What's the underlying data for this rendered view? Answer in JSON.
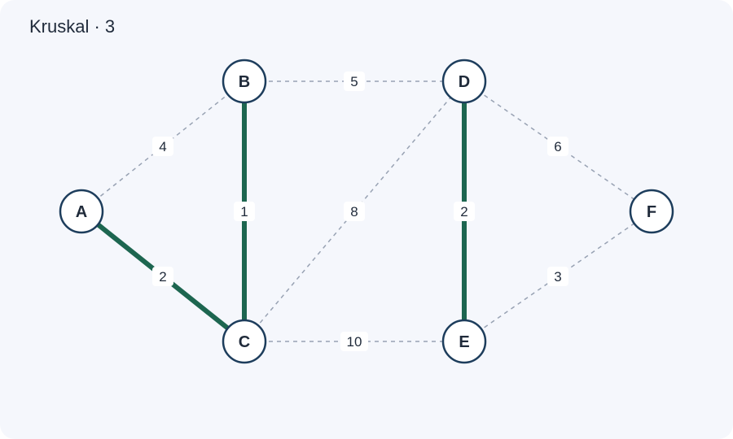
{
  "title": "Kruskal · 3",
  "colors": {
    "background": "#f5f7fc",
    "selected_edge": "#1d6650",
    "unselected_edge": "#98a2b3",
    "node_stroke": "#1d3d5c",
    "node_fill": "#ffffff",
    "text": "#1f2a3a"
  },
  "nodes": [
    {
      "id": "A",
      "label": "A"
    },
    {
      "id": "B",
      "label": "B"
    },
    {
      "id": "C",
      "label": "C"
    },
    {
      "id": "D",
      "label": "D"
    },
    {
      "id": "E",
      "label": "E"
    },
    {
      "id": "F",
      "label": "F"
    }
  ],
  "edges": [
    {
      "from": "A",
      "to": "B",
      "weight": "4",
      "selected": false
    },
    {
      "from": "A",
      "to": "C",
      "weight": "2",
      "selected": true
    },
    {
      "from": "B",
      "to": "C",
      "weight": "1",
      "selected": true
    },
    {
      "from": "B",
      "to": "D",
      "weight": "5",
      "selected": false
    },
    {
      "from": "C",
      "to": "D",
      "weight": "8",
      "selected": false
    },
    {
      "from": "C",
      "to": "E",
      "weight": "10",
      "selected": false
    },
    {
      "from": "D",
      "to": "E",
      "weight": "2",
      "selected": true
    },
    {
      "from": "D",
      "to": "F",
      "weight": "6",
      "selected": false
    },
    {
      "from": "E",
      "to": "F",
      "weight": "3",
      "selected": false
    }
  ]
}
